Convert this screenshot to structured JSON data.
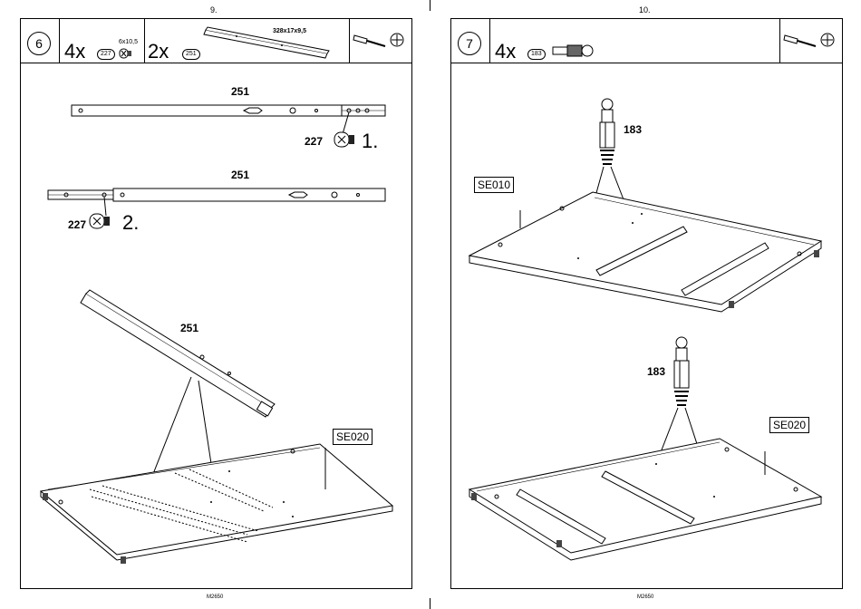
{
  "page_left": {
    "number": "9.",
    "footer": "M2650"
  },
  "page_right": {
    "number": "10.",
    "footer": "M2650"
  },
  "step6": {
    "step": "6",
    "qty1": "4x",
    "part1": "227",
    "part1_size": "6x10,5",
    "qty2": "2x",
    "part2": "251",
    "part2_size": "328x17x9,5",
    "rail_label_top": "251",
    "cam_label_1": "227",
    "seq_1": "1.",
    "rail_label_mid": "251",
    "cam_label_2": "227",
    "seq_2": "2.",
    "rail_label_diag": "251",
    "board_tag": "SE020"
  },
  "step7": {
    "step": "7",
    "qty1": "4x",
    "part1": "183",
    "bolt_label_top": "183",
    "board_tag_top": "SE010",
    "bolt_label_bottom": "183",
    "board_tag_bottom": "SE020"
  },
  "icons": [
    "screwdriver-icon",
    "phillips-head-icon"
  ]
}
